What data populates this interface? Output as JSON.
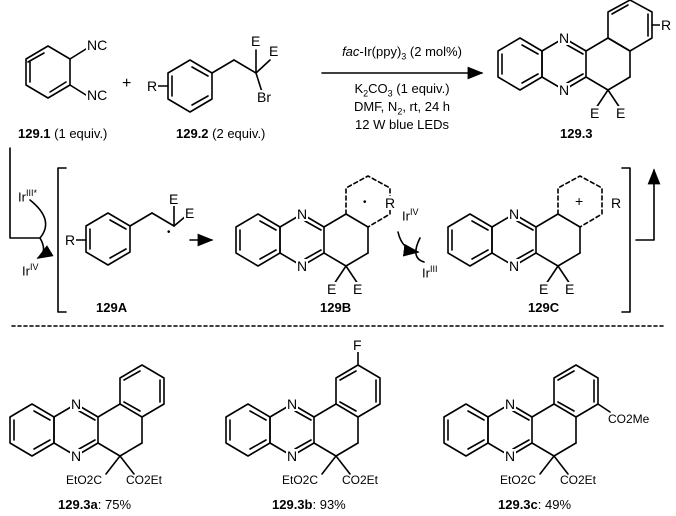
{
  "reaction": {
    "catalyst": "fac-Ir(ppy)3 (2 mol%)",
    "catalyst_prefix": "fac",
    "catalyst_rest": "-Ir(ppy)",
    "catalyst_sub": "3",
    "catalyst_tail": " (2 mol%)",
    "base": "K2CO3 (1 equiv.)",
    "base_a": "K",
    "base_sub1": "2",
    "base_b": "CO",
    "base_sub2": "3",
    "base_c": " (1 equiv.)",
    "conditions": "DMF, N2, rt, 24 h",
    "cond_a": "DMF, N",
    "cond_sub": "2",
    "cond_b": ", rt, 24 h",
    "light": "12 W blue LEDs",
    "plus": "+"
  },
  "compounds": {
    "c1_id": "129.1",
    "c1_eq": " (1 equiv.)",
    "c2_id": "129.2",
    "c2_eq": " (2 equiv.)",
    "c3_id": "129.3",
    "a_id": "129A",
    "b_id": "129B",
    "c_id": "129C"
  },
  "atoms": {
    "nc": "NC",
    "n": "N",
    "e": "E",
    "r": "R",
    "br": "Br",
    "f": "F",
    "dot": "•",
    "plus": "+"
  },
  "iridium": {
    "ir_star": "Ir",
    "ir_star_sup": "III*",
    "ir_iv": "Ir",
    "ir_iv_sup": "IV",
    "ir_iii": "Ir",
    "ir_iii_sup": "III"
  },
  "products": [
    {
      "id": "129.3a",
      "yield": ": 75%",
      "left_ester": "EtO2C",
      "right_ester": "CO2Et"
    },
    {
      "id": "129.3b",
      "yield": ": 93%",
      "left_ester": "EtO2C",
      "right_ester": "CO2Et"
    },
    {
      "id": "129.3c",
      "yield": ": 49%",
      "left_ester": "EtO2C",
      "right_ester": "CO2Et",
      "extra": "CO2Me"
    }
  ]
}
